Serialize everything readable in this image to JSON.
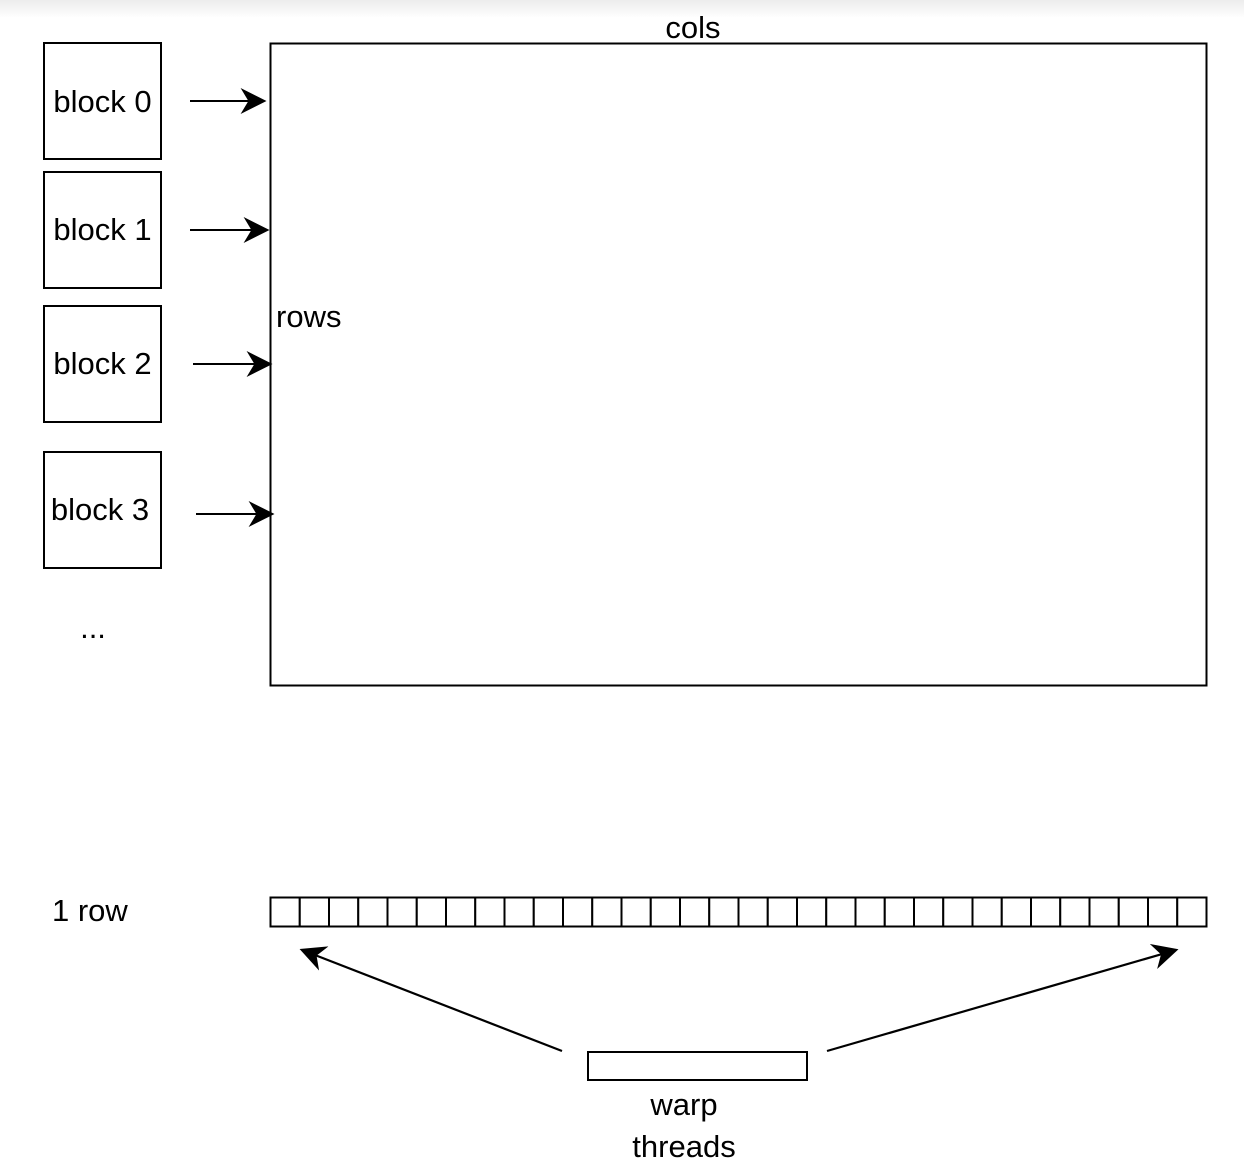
{
  "matrix": {
    "cols_label": "cols",
    "rows_label": "rows"
  },
  "blocks": [
    {
      "label": "block 0"
    },
    {
      "label": "block 1"
    },
    {
      "label": "block 2"
    },
    {
      "label": "block 3"
    }
  ],
  "blocks_more": "...",
  "row": {
    "label": "1 row",
    "cell_count": 32
  },
  "warp": {
    "line1": "warp",
    "line2": "threads"
  }
}
